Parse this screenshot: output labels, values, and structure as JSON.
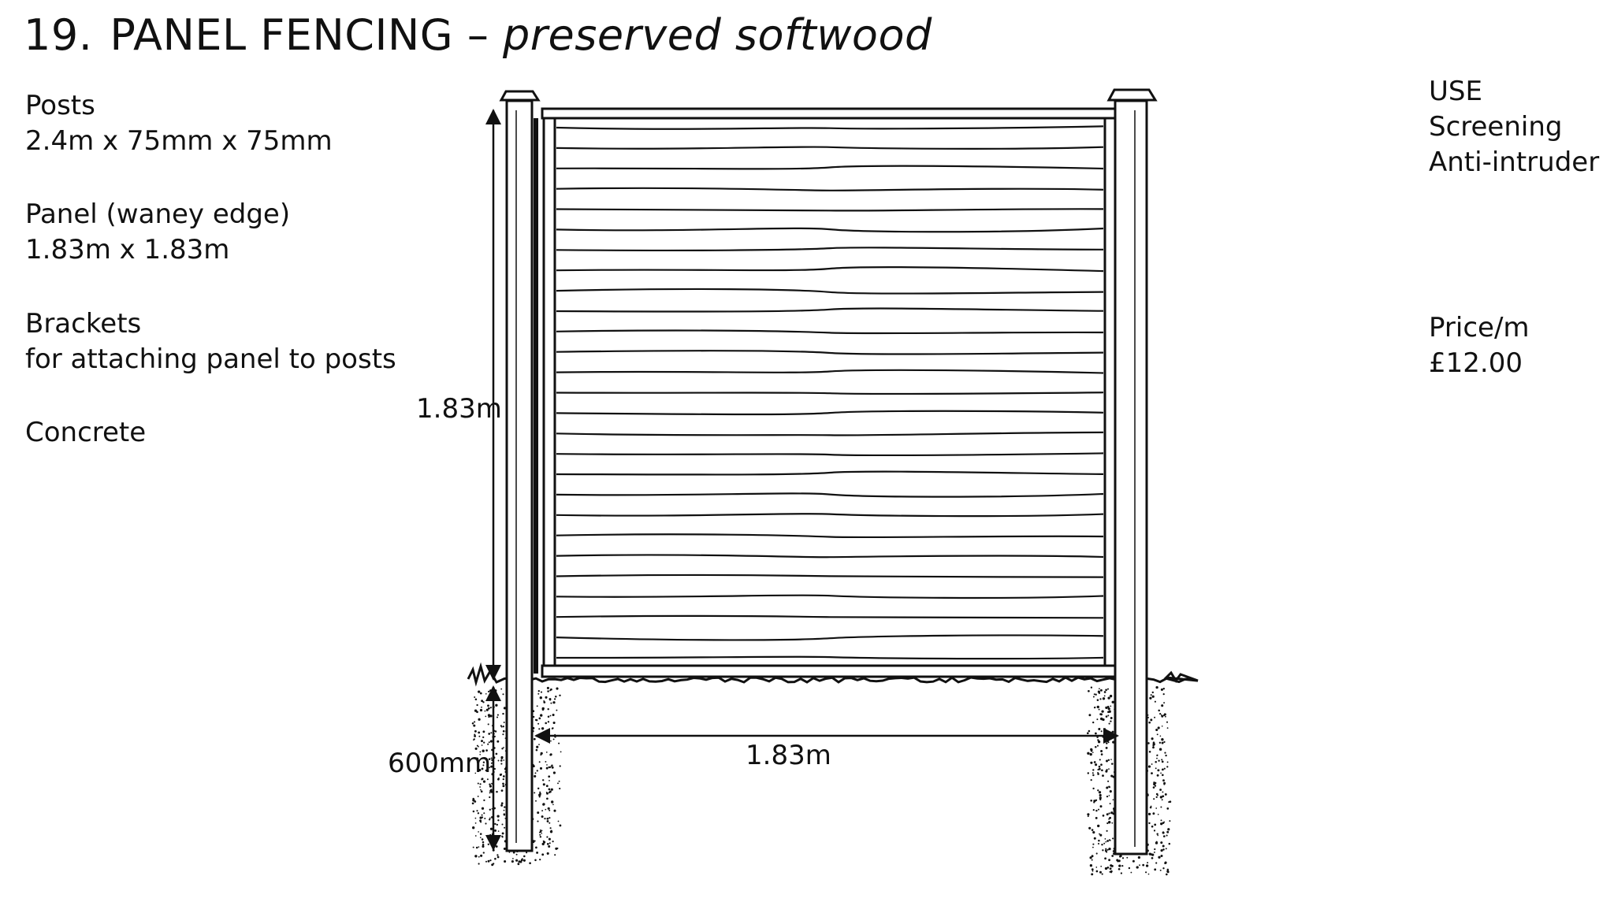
{
  "title": {
    "number": "19.",
    "main": "PANEL FENCING –",
    "sub": "preserved softwood"
  },
  "materials": {
    "posts_label": "Posts",
    "posts_size": "2.4m x 75mm x 75mm",
    "panel_label": "Panel (waney edge)",
    "panel_size": "1.83m x 1.83m",
    "brackets_label": "Brackets",
    "brackets_note": "for attaching panel to posts",
    "concrete_label": "Concrete"
  },
  "use": {
    "heading": "USE",
    "items": [
      "Screening",
      "Anti-intruder"
    ]
  },
  "price": {
    "label": "Price/m",
    "value": "£12.00"
  },
  "dimensions": {
    "panel_height": "1.83m",
    "footing_depth": "600mm",
    "panel_width": "1.83m"
  },
  "colors": {
    "ink": "#111111",
    "background": "#ffffff"
  }
}
